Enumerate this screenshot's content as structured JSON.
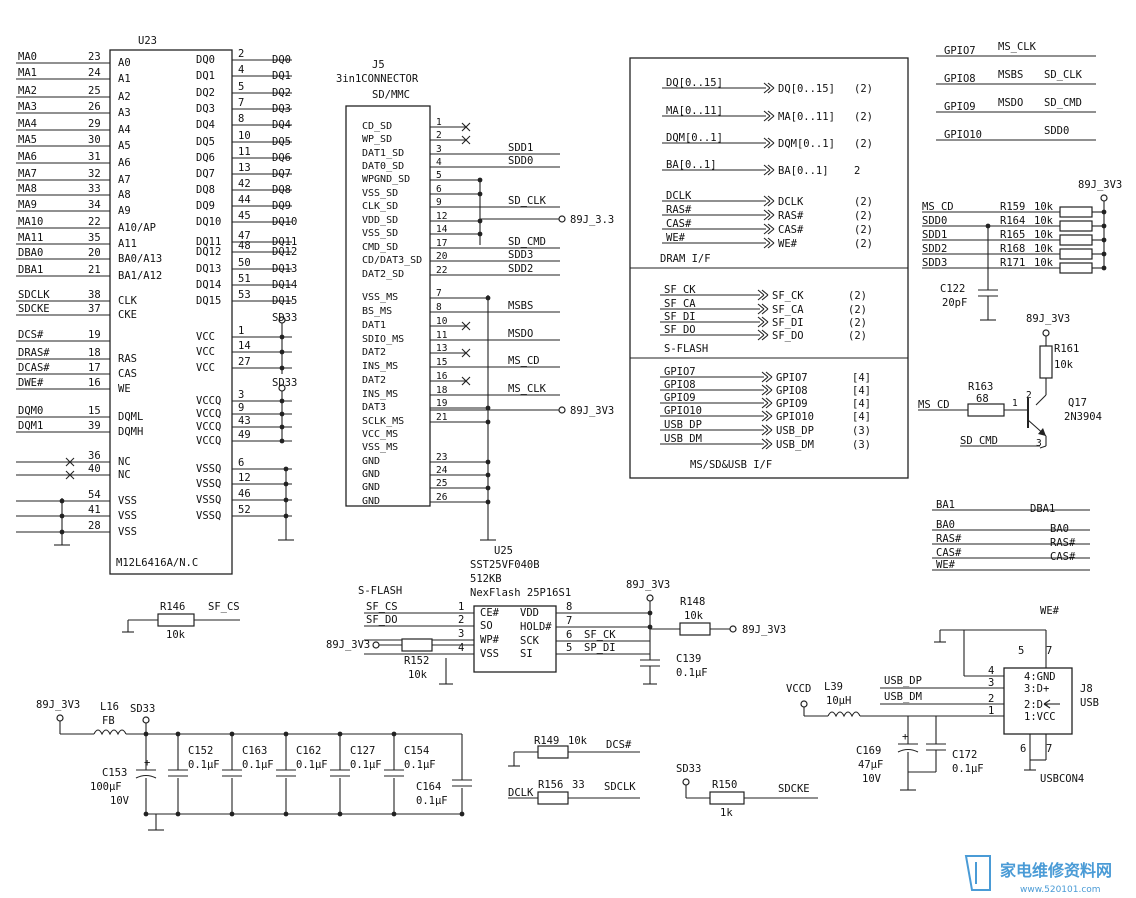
{
  "u23": {
    "ref": "U23",
    "part": "M12L6416A/N.C",
    "left_pins": [
      {
        "net": "MA0",
        "num": "23",
        "name": "A0"
      },
      {
        "net": "MA1",
        "num": "24",
        "name": "A1"
      },
      {
        "net": "MA2",
        "num": "25",
        "name": "A2"
      },
      {
        "net": "MA3",
        "num": "26",
        "name": "A3"
      },
      {
        "net": "MA4",
        "num": "29",
        "name": "A4"
      },
      {
        "net": "MA5",
        "num": "30",
        "name": "A5"
      },
      {
        "net": "MA6",
        "num": "31",
        "name": "A6"
      },
      {
        "net": "MA7",
        "num": "32",
        "name": "A7"
      },
      {
        "net": "MA8",
        "num": "33",
        "name": "A8"
      },
      {
        "net": "MA9",
        "num": "34",
        "name": "A9"
      },
      {
        "net": "MA10",
        "num": "22",
        "name": "A10/AP"
      },
      {
        "net": "MA11",
        "num": "35",
        "name": "A11"
      },
      {
        "net": "DBA0",
        "num": "20",
        "name": "BA0/A13"
      },
      {
        "net": "DBA1",
        "num": "21",
        "name": "BA1/A12"
      },
      {
        "net": "SDCLK",
        "num": "38",
        "name": "CLK"
      },
      {
        "net": "SDCKE",
        "num": "37",
        "name": "CKE"
      },
      {
        "net": "DCS#",
        "num": "19",
        "name": ""
      },
      {
        "net": "DRAS#",
        "num": "18",
        "name": "RAS"
      },
      {
        "net": "DCAS#",
        "num": "17",
        "name": "CAS"
      },
      {
        "net": "DWE#",
        "num": "16",
        "name": "WE"
      },
      {
        "net": "DQM0",
        "num": "15",
        "name": "DQML"
      },
      {
        "net": "DQM1",
        "num": "39",
        "name": "DQMH"
      },
      {
        "net": "",
        "num": "36",
        "name": "NC"
      },
      {
        "net": "",
        "num": "40",
        "name": "NC"
      },
      {
        "net": "",
        "num": "54",
        "name": "VSS"
      },
      {
        "net": "",
        "num": "41",
        "name": "VSS"
      },
      {
        "net": "",
        "num": "28",
        "name": "VSS"
      }
    ],
    "right_pins": [
      {
        "name": "DQ0",
        "num": "2",
        "net": "DQ0"
      },
      {
        "name": "DQ1",
        "num": "4",
        "net": "DQ1"
      },
      {
        "name": "DQ2",
        "num": "5",
        "net": "DQ2"
      },
      {
        "name": "DQ3",
        "num": "7",
        "net": "DQ3"
      },
      {
        "name": "DQ4",
        "num": "8",
        "net": "DQ4"
      },
      {
        "name": "DQ5",
        "num": "10",
        "net": "DQ5"
      },
      {
        "name": "DQ6",
        "num": "11",
        "net": "DQ6"
      },
      {
        "name": "DQ7",
        "num": "13",
        "net": "DQ7"
      },
      {
        "name": "DQ8",
        "num": "42",
        "net": "DQ8"
      },
      {
        "name": "DQ9",
        "num": "44",
        "net": "DQ9"
      },
      {
        "name": "DQ10",
        "num": "45",
        "net": "DQ10"
      },
      {
        "name": "DQ11",
        "num": "47",
        "net": "DQ11"
      },
      {
        "name": "DQ12",
        "num": "48",
        "net": "DQ12"
      },
      {
        "name": "DQ13",
        "num": "50",
        "net": "DQ13"
      },
      {
        "name": "DQ14",
        "num": "51",
        "net": "DQ14"
      },
      {
        "name": "DQ15",
        "num": "53",
        "net": "DQ15"
      },
      {
        "name": "VCC",
        "num": "1",
        "net": ""
      },
      {
        "name": "VCC",
        "num": "14",
        "net": ""
      },
      {
        "name": "VCC",
        "num": "27",
        "net": ""
      },
      {
        "name": "VCCQ",
        "num": "3",
        "net": ""
      },
      {
        "name": "VCCQ",
        "num": "9",
        "net": ""
      },
      {
        "name": "VCCQ",
        "num": "43",
        "net": ""
      },
      {
        "name": "VCCQ",
        "num": "49",
        "net": ""
      },
      {
        "name": "VSSQ",
        "num": "6",
        "net": ""
      },
      {
        "name": "VSSQ",
        "num": "12",
        "net": ""
      },
      {
        "name": "VSSQ",
        "num": "46",
        "net": ""
      },
      {
        "name": "VSSQ",
        "num": "52",
        "net": ""
      }
    ],
    "supply1": "SD33",
    "supply2": "SD33"
  },
  "j5": {
    "ref": "J5",
    "title1": "3in1CONNECTOR",
    "title2": "SD/MMC",
    "pins": [
      {
        "name": "CD_SD",
        "num": "1",
        "net": "",
        "nc": true
      },
      {
        "name": "WP_SD",
        "num": "2",
        "net": "",
        "nc": true
      },
      {
        "name": "DAT1_SD",
        "num": "3",
        "net": "SDD1",
        "nc": false
      },
      {
        "name": "DAT0_SD",
        "num": "4",
        "net": "SDD0",
        "nc": false
      },
      {
        "name": "WPGND_SD",
        "num": "5",
        "net": "",
        "nc": false
      },
      {
        "name": "VSS_SD",
        "num": "6",
        "net": "",
        "nc": false
      },
      {
        "name": "CLK_SD",
        "num": "9",
        "net": "SD_CLK",
        "nc": false
      },
      {
        "name": "VDD_SD",
        "num": "12",
        "net": "",
        "nc": false
      },
      {
        "name": "VSS_SD",
        "num": "14",
        "net": "",
        "nc": false
      },
      {
        "name": "CMD_SD",
        "num": "17",
        "net": "SD_CMD",
        "nc": false
      },
      {
        "name": "CD/DAT3_SD",
        "num": "20",
        "net": "SDD3",
        "nc": false
      },
      {
        "name": "DAT2_SD",
        "num": "22",
        "net": "SDD2",
        "nc": false
      },
      {
        "name": "VSS_MS",
        "num": "7",
        "net": "",
        "nc": false
      },
      {
        "name": "BS_MS",
        "num": "8",
        "net": "MSBS",
        "nc": false
      },
      {
        "name": "DAT1",
        "num": "10",
        "net": "",
        "nc": true
      },
      {
        "name": "SDIO_MS",
        "num": "11",
        "net": "MSDO",
        "nc": false
      },
      {
        "name": "DAT2",
        "num": "13",
        "net": "",
        "nc": true
      },
      {
        "name": "INS_MS",
        "num": "15",
        "net": "MS_CD",
        "nc": false
      },
      {
        "name": "DAT2",
        "num": "16",
        "net": "",
        "nc": true
      },
      {
        "name": "INS_MS",
        "num": "18",
        "net": "MS_CLK",
        "nc": false
      },
      {
        "name": "DAT3",
        "num": "19",
        "net": "",
        "nc": false
      },
      {
        "name": "SCLK_MS",
        "num": "21",
        "net": "",
        "nc": false
      },
      {
        "name": "VCC_MS",
        "num": "",
        "net": "",
        "nc": false
      },
      {
        "name": "VSS_MS",
        "num": "",
        "net": "",
        "nc": false
      },
      {
        "name": "GND",
        "num": "23",
        "net": "",
        "nc": false
      },
      {
        "name": "GND",
        "num": "24",
        "net": "",
        "nc": false
      },
      {
        "name": "GND",
        "num": "25",
        "net": "",
        "nc": false
      },
      {
        "name": "GND",
        "num": "26",
        "net": "",
        "nc": false
      }
    ],
    "rail1": "89J_3.3",
    "rail2": "89J_3V3"
  },
  "dram_if": {
    "rows": [
      {
        "left": "DQ[0..15]",
        "right": "DQ[0..15]",
        "page": "(2)"
      },
      {
        "left": "MA[0..11]",
        "right": "MA[0..11]",
        "page": "(2)"
      },
      {
        "left": "DQM[0..1]",
        "right": "DQM[0..1]",
        "page": "(2)"
      },
      {
        "left": "BA[0..1]",
        "right": "BA[0..1]",
        "page": "2"
      },
      {
        "left": "DCLK",
        "right": "DCLK",
        "page": "(2)"
      },
      {
        "left": "RAS#",
        "right": "RAS#",
        "page": "(2)"
      },
      {
        "left": "CAS#",
        "right": "CAS#",
        "page": "(2)"
      },
      {
        "left": "WE#",
        "right": "WE#",
        "page": "(2)"
      }
    ],
    "title": "DRAM I/F"
  },
  "sflash_if": {
    "rows": [
      {
        "left": "SF_CK",
        "right": "SF_CK",
        "page": "(2)"
      },
      {
        "left": "SF_CA",
        "right": "SF_CA",
        "page": "(2)"
      },
      {
        "left": "SF_DI",
        "right": "SF_DI",
        "page": "(2)"
      },
      {
        "left": "SF_DO",
        "right": "SF_DO",
        "page": "(2)"
      }
    ],
    "title": "S-FLASH"
  },
  "ms_if": {
    "rows": [
      {
        "left": "GPIO7",
        "right": "GPIO7",
        "page": "[4]"
      },
      {
        "left": "GPIO8",
        "right": "GPIO8",
        "page": "[4]"
      },
      {
        "left": "GPIO9",
        "right": "GPIO9",
        "page": "[4]"
      },
      {
        "left": "GPIO10",
        "right": "GPIO10",
        "page": "[4]"
      },
      {
        "left": "USB_DP",
        "right": "USB_DP",
        "page": "(3)"
      },
      {
        "left": "USB_DM",
        "right": "USB_DM",
        "page": "(3)"
      }
    ],
    "title": "MS/SD&USB I/F"
  },
  "gpio_map": [
    {
      "gpio": "GPIO7",
      "a": "MS_CLK",
      "b": ""
    },
    {
      "gpio": "GPIO8",
      "a": "MSBS",
      "b": "SD_CLK"
    },
    {
      "gpio": "GPIO9",
      "a": "MSDO",
      "b": "SD_CMD"
    },
    {
      "gpio": "GPIO10",
      "a": "",
      "b": "SDD0"
    }
  ],
  "pullups": {
    "rail": "89J_3V3",
    "rows": [
      {
        "net": "MS_CD",
        "ref": "R159",
        "val": "10k"
      },
      {
        "net": "SDD0",
        "ref": "R164",
        "val": "10k"
      },
      {
        "net": "SDD1",
        "ref": "R165",
        "val": "10k"
      },
      {
        "net": "SDD2",
        "ref": "R168",
        "val": "10k"
      },
      {
        "net": "SDD3",
        "ref": "R171",
        "val": "10k"
      }
    ],
    "cap_ref": "C122",
    "cap_val": "20pF"
  },
  "q17": {
    "rail": "89J_3V3",
    "r161_ref": "R161",
    "r161_val": "10k",
    "r163_ref": "R163",
    "r163_val": "68",
    "in_net": "MS_CD",
    "out_net": "SD_CMD",
    "ref": "Q17",
    "part": "2N3904",
    "pin1": "1",
    "pin2": "2",
    "pin3": "3"
  },
  "dram_map": [
    {
      "left": "BA1",
      "right": "DBA1"
    },
    {
      "left": "BA0",
      "right": "BA0"
    },
    {
      "left": "RAS#",
      "right": "RAS#"
    },
    {
      "left": "CAS#",
      "right": "CAS#"
    },
    {
      "left": "WE#",
      "right": ""
    }
  ],
  "r146": {
    "ref": "R146",
    "val": "10k",
    "net": "SF_CS"
  },
  "u25": {
    "ref": "U25",
    "part1": "SST25VF040B",
    "part2": "512KB",
    "part3": "NexFlash 25P16S1",
    "group": "S-FLASH",
    "left": [
      {
        "net": "SF_CS",
        "num": "1",
        "name": "CE#"
      },
      {
        "net": "SF_DO",
        "num": "2",
        "name": "SO"
      },
      {
        "net": "",
        "num": "3",
        "name": "WP#"
      },
      {
        "net": "",
        "num": "4",
        "name": "VSS"
      }
    ],
    "right": [
      {
        "name": "VDD",
        "num": "8",
        "net": ""
      },
      {
        "name": "HOLD#",
        "num": "7",
        "net": ""
      },
      {
        "name": "SCK",
        "num": "6",
        "net": "SF_CK"
      },
      {
        "name": "SI",
        "num": "5",
        "net": "SP_DI"
      }
    ],
    "rail_top": "89J_3V3",
    "rail_left": "89J_3V3",
    "rail_right": "89J_3V3",
    "r148_ref": "R148",
    "r148_val": "10k",
    "r152_ref": "R152",
    "r152_val": "10k",
    "c139_ref": "C139",
    "c139_val": "0.1μF"
  },
  "psu": {
    "rail": "89J_3V3",
    "out": "SD33",
    "l16_ref": "L16",
    "l16_val": "FB",
    "caps": [
      {
        "ref": "C153",
        "val": "100μF",
        "v": "10V"
      },
      {
        "ref": "C152",
        "val": "0.1μF",
        "v": ""
      },
      {
        "ref": "C163",
        "val": "0.1μF",
        "v": ""
      },
      {
        "ref": "C162",
        "val": "0.1μF",
        "v": ""
      },
      {
        "ref": "C127",
        "val": "0.1μF",
        "v": ""
      },
      {
        "ref": "C154",
        "val": "0.1μF",
        "v": ""
      },
      {
        "ref": "C164",
        "val": "0.1μF",
        "v": ""
      }
    ]
  },
  "r149": {
    "ref": "R149",
    "val": "10k",
    "net": "DCS#"
  },
  "r156": {
    "ref": "R156",
    "val": "33",
    "left": "DCLK",
    "right": "SDCLK"
  },
  "r150": {
    "ref": "R150",
    "val": "1k",
    "rail": "SD33",
    "net": "SDCKE"
  },
  "usb": {
    "header": "WE#",
    "vcc": "VCCD",
    "l39_ref": "L39",
    "l39_val": "10μH",
    "dp": "USB_DP",
    "dm": "USB_DM",
    "c169_ref": "C169",
    "c169_val": "47μF",
    "c169_v": "10V",
    "c172_ref": "C172",
    "c172_val": "0.1μF",
    "j8_ref": "J8",
    "j8_type": "USB",
    "conn": "USBCON4",
    "pins": [
      "4:GND",
      "3:D+",
      "2:D-",
      "1:VCC"
    ],
    "nums_left": [
      "4",
      "3",
      "2",
      "1"
    ],
    "shield": [
      "5",
      "7",
      "6",
      "7"
    ]
  },
  "watermark": {
    "cn": "家电维修资料网",
    "url": "www.520101.com"
  }
}
